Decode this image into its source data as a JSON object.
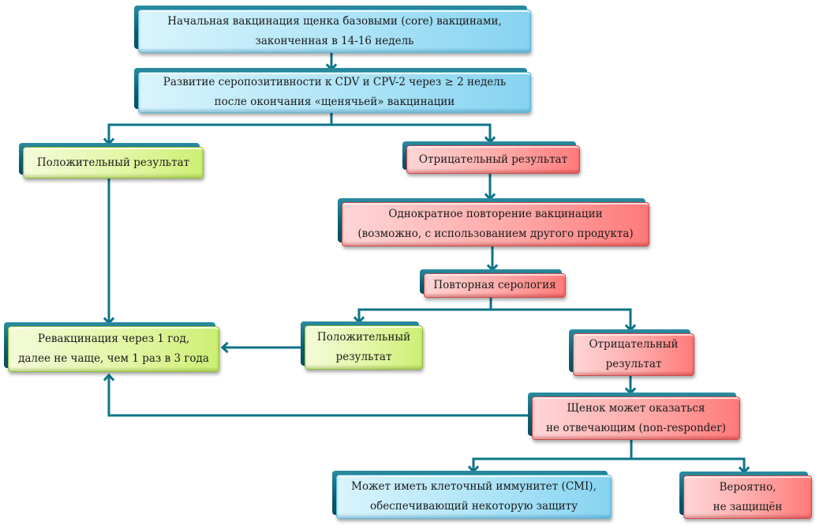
{
  "diagram": {
    "colors": {
      "connector": "#0e7488",
      "blue_box": "#aee4f7",
      "green_box": "#e3f6a6",
      "red_box": "#ffa9a9",
      "box_shadow": "#0d5f73"
    },
    "nodes": {
      "initial_vaccination": {
        "lines": [
          "Начальная вакцинация щенка базовыми (core) вакцинами,",
          "законченная в 14-16 недель"
        ],
        "color": "blue"
      },
      "seropositivity": {
        "lines": [
          "Развитие серопозитивности к CDV и CPV-2 через ≥ 2 недель",
          "после окончания «щенячьей» вакцинации"
        ],
        "color": "blue"
      },
      "positive_result_1": {
        "lines": [
          "Положительный результат"
        ],
        "color": "green"
      },
      "negative_result_1": {
        "lines": [
          "Отрицательный результат"
        ],
        "color": "red"
      },
      "repeat_vaccination": {
        "lines": [
          "Однократное повторение вакцинации",
          "(возможно, с использованием другого продукта)"
        ],
        "color": "red"
      },
      "repeat_serology": {
        "lines": [
          "Повторная серология"
        ],
        "color": "red"
      },
      "revaccination": {
        "lines": [
          "Ревакцинация через 1 год,",
          "далее не чаще, чем 1 раз в 3 года"
        ],
        "color": "green"
      },
      "positive_result_2": {
        "lines": [
          "Положительный",
          "результат"
        ],
        "color": "green"
      },
      "negative_result_2": {
        "lines": [
          "Отрицательный",
          "результат"
        ],
        "color": "red"
      },
      "non_responder": {
        "lines": [
          "Щенок может оказаться",
          "не отвечающим (non-responder)"
        ],
        "color": "red"
      },
      "cmi": {
        "lines": [
          "Может иметь клеточный иммунитет (CMI),",
          "обеспечивающий некоторую защиту"
        ],
        "color": "blue"
      },
      "not_protected": {
        "lines": [
          "Вероятно,",
          "не защищён"
        ],
        "color": "red"
      }
    },
    "edges": [
      {
        "from": "initial_vaccination",
        "to": "seropositivity"
      },
      {
        "from": "seropositivity",
        "to": "positive_result_1"
      },
      {
        "from": "seropositivity",
        "to": "negative_result_1"
      },
      {
        "from": "negative_result_1",
        "to": "repeat_vaccination"
      },
      {
        "from": "repeat_vaccination",
        "to": "repeat_serology"
      },
      {
        "from": "positive_result_1",
        "to": "revaccination"
      },
      {
        "from": "repeat_serology",
        "to": "positive_result_2"
      },
      {
        "from": "repeat_serology",
        "to": "negative_result_2"
      },
      {
        "from": "positive_result_2",
        "to": "revaccination"
      },
      {
        "from": "negative_result_2",
        "to": "non_responder"
      },
      {
        "from": "non_responder",
        "to": "revaccination"
      },
      {
        "from": "non_responder",
        "to": "cmi"
      },
      {
        "from": "non_responder",
        "to": "not_protected"
      }
    ]
  }
}
